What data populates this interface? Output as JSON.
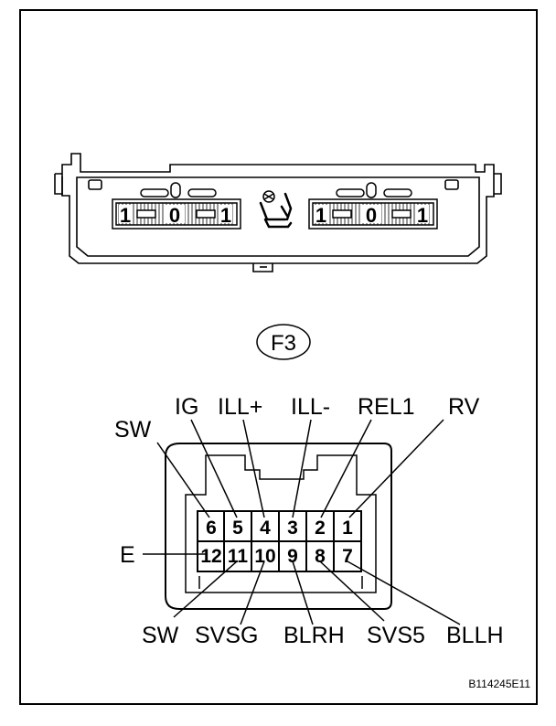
{
  "switch_panel": {
    "left_switch": [
      "1",
      "0",
      "1"
    ],
    "right_switch": [
      "1",
      "0",
      "1"
    ],
    "icon": "seat-heater-fan-icon"
  },
  "connector": {
    "id": "F3",
    "pins_top": [
      "6",
      "5",
      "4",
      "3",
      "2",
      "1"
    ],
    "pins_bottom": [
      "12",
      "11",
      "10",
      "9",
      "8",
      "7"
    ]
  },
  "pin_labels": {
    "sw_top": "SW",
    "ig": "IG",
    "ill_plus": "ILL+",
    "ill_minus": "ILL-",
    "rel1": "REL1",
    "rv": "RV",
    "e": "E",
    "sw_bottom": "SW",
    "svsg": "SVSG",
    "blrh": "BLRH",
    "svs5": "SVS5",
    "bllh": "BLLH"
  },
  "figure_code": "B114245E11"
}
